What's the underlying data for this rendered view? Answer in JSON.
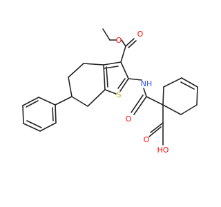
{
  "molecule": {
    "atoms": {
      "o_ester_carbonyl": "O",
      "o_ester_ether": "O",
      "nh": "NH",
      "s": "S",
      "o_amide": "O",
      "o_acid_carbonyl": "O",
      "oh": "HO"
    },
    "colors": {
      "bond": "#222222",
      "oxygen": "#ff0d0d",
      "nitrogen": "#3050f8",
      "sulfur": "#c8a000"
    }
  }
}
